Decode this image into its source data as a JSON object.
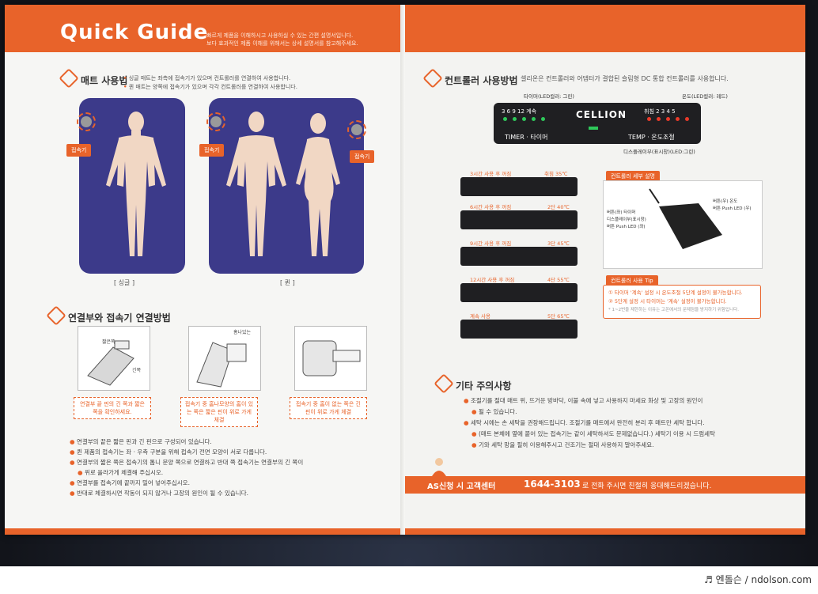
{
  "left_page": {
    "title": "Quick Guide",
    "subtitle_line1": "빠르게 제품을 이해하시고 사용하실 수 있는 간편 설명서입니다.",
    "subtitle_line2": "보다 효과적인 제품 이해를 위해서는 상세 설명서를 참고해주세요.",
    "mat_section": {
      "title": "매트 사용법",
      "note1": "싱글 매트는 좌측에 접속기가 있으며 컨트롤러를 연결하여 사용합니다.",
      "note2": "퀸 매트는 양쪽에 접속기가 있으며 각각 컨트롤러를 연결하여 사용합니다.",
      "connector_tag": "접속기",
      "single_caption": "싱글",
      "queen_caption": "퀸"
    },
    "connect_section": {
      "title": "연결부와 접속기 연결방법",
      "illus1_label_a": "짧은쪽",
      "illus1_label_b": "긴쪽",
      "illus2_label": "홈나있는",
      "cap1": "연결부 끝 핀의 긴 쪽과 짧은 쪽을 확인하세요.",
      "cap2": "접속기 중 홈나모양의 홈이 있는 쪽은 짧은 핀이 위로 가게 체결",
      "cap3": "접속기 중 홈이 없는 쪽은 긴 핀이 위로 가게 체결",
      "bullets": [
        "연결부의 끝은 짧은 핀과 긴 핀으로 구성되어 있습니다.",
        "퀸 제품의 접속기는 좌 · 우측 구분을 위해 접속기 전면 모양이 서로 다릅니다.",
        "연결부의 짧은 쪽은 접속기의 톱니 문양 쪽으로 연결하고 반대 쪽 접속기는 연결부의 긴 쪽이",
        "위로 올라가게 체결해 주십시오.",
        "연결부를 접속기에 끝까지 밀어 넣어주십시오.",
        "반대로 체결하시면 작동이 되지 않거나 고장의 원인이 될 수 있습니다."
      ]
    }
  },
  "right_page": {
    "controller_section": {
      "title": "컨트롤러 사용방법",
      "desc": "셀리온은 컨트롤러와 어댑터가 결합된 슬림형 DC 통합 컨트롤러를 사용합니다.",
      "label_timer_led": "타이머(LED컬러: 그린)",
      "label_temp_led": "온도(LED컬러: 레드)",
      "label_display": "디스플레이부(표시창)(LED:그린)",
      "brand": "CELLION",
      "timer_nums": "3  6  9  12  계속",
      "temp_nums": "취침  2  3  4  5",
      "timer_text": "TIMER · 타이머",
      "temp_text": "TEMP · 온도조절"
    },
    "examples": [
      {
        "left": "3시간 사용 후 꺼짐",
        "right": "취침 35℃"
      },
      {
        "left": "6시간 사용 후 꺼짐",
        "right": "2단 40℃"
      },
      {
        "left": "9시간 사용 후 꺼짐",
        "right": "3단 45℃"
      },
      {
        "left": "12시간 사용 후 꺼짐",
        "right": "4단 55℃"
      },
      {
        "left": "계속 사용",
        "right": "5단 65℃"
      }
    ],
    "detail": {
      "title": "컨트롤러 세부 설명",
      "l1": "버튼(좌) 타이머",
      "l2": "디스플레이부(표시창)",
      "l3": "버튼 Push LED (좌)",
      "r1": "버튼(우) 온도",
      "r2": "버튼 Push LED (우)"
    },
    "tip": {
      "title": "컨트롤러 사용 Tip",
      "line1": "① 타이머 '계속' 설정 시 온도조절 5단계 설정이 불가능합니다.",
      "line2": "② 5단계 설정 시 타이머는 '계속' 설정이 불가능합니다.",
      "line3": "* 1~2번을 제한하는 이유는 고온에서의 문제점을 방지하기 위함입니다."
    },
    "caution": {
      "title": "기타 주의사항",
      "p1a": "조절기를 절대 매트 위, 뜨거운 방바닥, 이불 속에 넣고 사용하지 마세요 화상 및 고장의 원인이",
      "p1b": "될 수 있습니다.",
      "p2a": "세탁 시에는 손 세탁을 권장해드립니다. 조절기를 매트에서 완전히 분리 후 매트만 세탁 합니다.",
      "p2b": "(매트 본체에 옆에 붙어 있는 접속기는 같이 세탁하셔도 문제없습니다.) 세탁기 이용 시 드럼세탁",
      "p2c": "기와 세탁 망을 필히 이용해주시고 건조기는 절대 사용하지 말아주세요."
    },
    "as": {
      "label": "AS신청 시 고객센터",
      "phone": "1644-3103",
      "text": "로 전화 주시면 친절히 응대해드리겠습니다."
    }
  },
  "watermark": "♬ 엔돌슨 / ndolson.com",
  "colors": {
    "accent": "#e8632a",
    "mat": "#3c3a8a",
    "controller": "#1f1f22"
  }
}
